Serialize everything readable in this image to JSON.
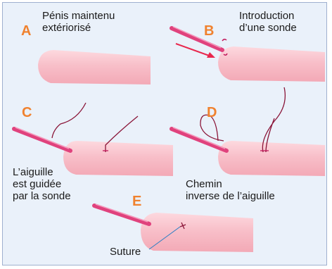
{
  "panels": [
    {
      "letter": "A",
      "caption_lines": [
        "Pénis maintenu",
        "extériorisé"
      ]
    },
    {
      "letter": "B",
      "caption_lines": [
        "Introduction",
        "d’une sonde"
      ]
    },
    {
      "letter": "C",
      "caption_lines": [
        "L’aiguille",
        "est guidée",
        "par la sonde"
      ]
    },
    {
      "letter": "D",
      "caption_lines": [
        "Chemin",
        "inverse de l’aiguille"
      ]
    },
    {
      "letter": "E",
      "caption_lines": [
        "Suture"
      ]
    }
  ],
  "colors": {
    "background": "#eaf1fa",
    "tissue": "#f7b9c3",
    "tissue_light": "#fbd7dd",
    "probe": "#e0427d",
    "suture": "#8a1538",
    "arrow": "#e8274d",
    "letter": "#f0822f",
    "pointer": "#2b7fc4"
  }
}
